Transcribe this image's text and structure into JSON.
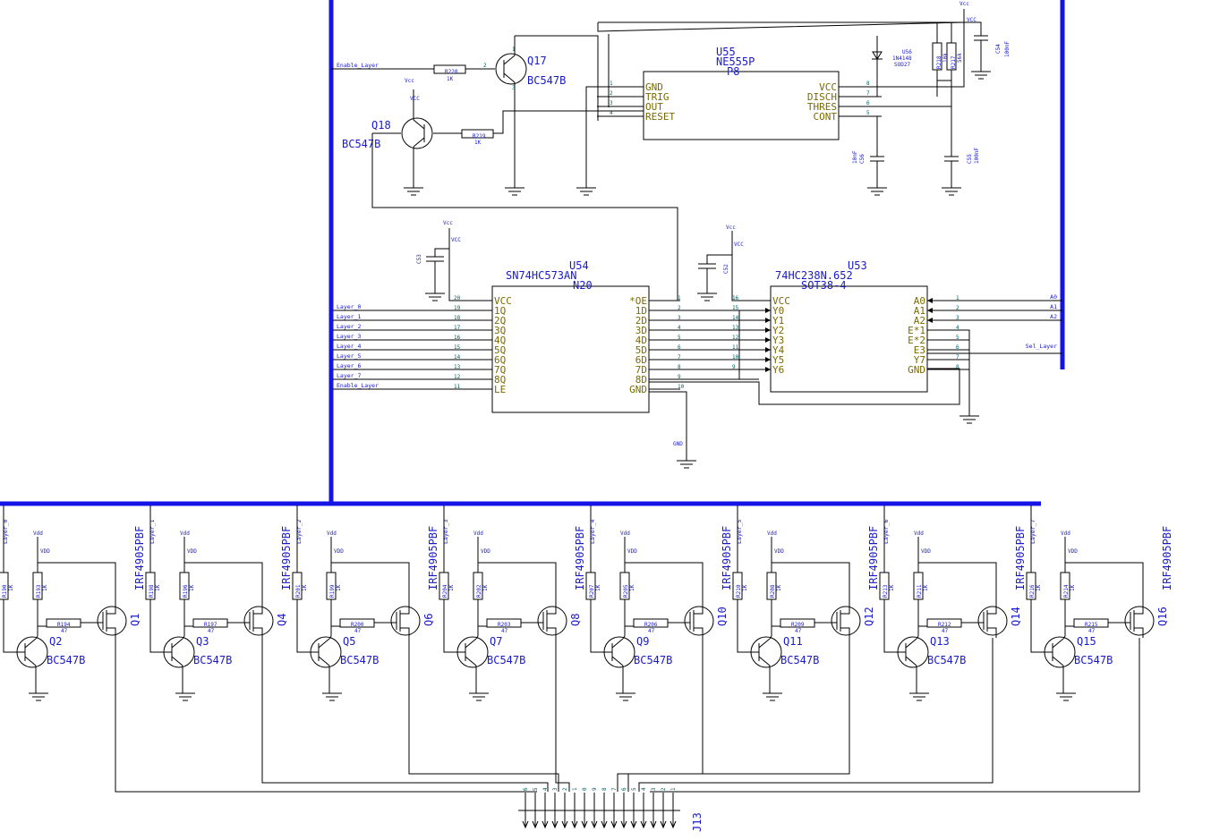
{
  "supply": {
    "vcc": "Vcc",
    "vcc_net": "VCC",
    "vdd": "Vdd",
    "vdd_net": "VDD",
    "gnd": "GND"
  },
  "u55": {
    "ref": "U55",
    "part": "NE555P",
    "pkg": "P8",
    "left_pins": [
      {
        "num": "1",
        "name": "GND"
      },
      {
        "num": "2",
        "name": "TRIG"
      },
      {
        "num": "3",
        "name": "OUT"
      },
      {
        "num": "4",
        "name": "RESET"
      }
    ],
    "right_pins": [
      {
        "num": "8",
        "name": "VCC"
      },
      {
        "num": "7",
        "name": "DISCH"
      },
      {
        "num": "6",
        "name": "THRES"
      },
      {
        "num": "5",
        "name": "CONT"
      }
    ]
  },
  "u54": {
    "ref": "U54",
    "part": "SN74HC573AN",
    "pkg": "N20",
    "left_pins": [
      {
        "num": "20",
        "name": "VCC",
        "net": ""
      },
      {
        "num": "19",
        "name": "1Q",
        "net": "Layer_0"
      },
      {
        "num": "18",
        "name": "2Q",
        "net": "Layer_1"
      },
      {
        "num": "17",
        "name": "3Q",
        "net": "Layer_2"
      },
      {
        "num": "16",
        "name": "4Q",
        "net": "Layer_3"
      },
      {
        "num": "15",
        "name": "5Q",
        "net": "Layer_4"
      },
      {
        "num": "14",
        "name": "6Q",
        "net": "Layer_5"
      },
      {
        "num": "13",
        "name": "7Q",
        "net": "Layer_6"
      },
      {
        "num": "12",
        "name": "8Q",
        "net": "Layer_7"
      },
      {
        "num": "11",
        "name": "LE",
        "net": "Enable_Layer"
      }
    ],
    "right_pins": [
      {
        "num": "1",
        "name": "*OE"
      },
      {
        "num": "2",
        "name": "1D"
      },
      {
        "num": "3",
        "name": "2D"
      },
      {
        "num": "4",
        "name": "3D"
      },
      {
        "num": "5",
        "name": "4D"
      },
      {
        "num": "6",
        "name": "5D"
      },
      {
        "num": "7",
        "name": "6D"
      },
      {
        "num": "8",
        "name": "7D"
      },
      {
        "num": "9",
        "name": "8D"
      },
      {
        "num": "10",
        "name": "GND"
      }
    ]
  },
  "u53": {
    "ref": "U53",
    "part": "74HC238N.652",
    "pkg": "SOT38-4",
    "left_pins": [
      {
        "num": "16",
        "name": "VCC"
      },
      {
        "num": "15",
        "name": "Y0"
      },
      {
        "num": "14",
        "name": "Y1"
      },
      {
        "num": "13",
        "name": "Y2"
      },
      {
        "num": "12",
        "name": "Y3"
      },
      {
        "num": "11",
        "name": "Y4"
      },
      {
        "num": "10",
        "name": "Y5"
      },
      {
        "num": "9",
        "name": "Y6"
      }
    ],
    "right_pins": [
      {
        "num": "1",
        "name": "A0",
        "net": "A0"
      },
      {
        "num": "2",
        "name": "A1",
        "net": "A1"
      },
      {
        "num": "3",
        "name": "A2",
        "net": "A2"
      },
      {
        "num": "4",
        "name": "E*1",
        "net": ""
      },
      {
        "num": "5",
        "name": "E*2",
        "net": ""
      },
      {
        "num": "6",
        "name": "E3",
        "net": "Sel_Layer"
      },
      {
        "num": "7",
        "name": "Y7",
        "net": ""
      },
      {
        "num": "8",
        "name": "GND",
        "net": ""
      }
    ]
  },
  "top": {
    "q17": {
      "ref": "Q17",
      "val": "BC547B"
    },
    "q18": {
      "ref": "Q18",
      "val": "BC547B"
    },
    "r220": {
      "ref": "R220",
      "val": "1K"
    },
    "r219": {
      "ref": "R219",
      "val": "1K"
    },
    "r218": {
      "ref": "R218",
      "val": "10k"
    },
    "r217": {
      "ref": "R217",
      "val": "56k"
    },
    "u56": {
      "ref": "U56",
      "part": "1N4148",
      "pkg": "SOD27"
    },
    "c54": {
      "ref": "C54",
      "val": "100nF"
    },
    "c55": {
      "ref": "C55",
      "val": "100nF"
    },
    "c56": {
      "ref": "C56",
      "val": "10nF"
    },
    "c53": {
      "ref": "C53"
    },
    "c52": {
      "ref": "C52"
    },
    "enable_layer": "Enable_Layer"
  },
  "drivers": [
    {
      "net": "Layer_0",
      "rb": "R190",
      "rb_val": "1K",
      "rp": "R193",
      "rp_val": "1K",
      "rg": "R194",
      "rg_val": "47",
      "q": "Q2",
      "q_val": "BC547B",
      "m": "Q1",
      "m_val": "IRF4905PBF"
    },
    {
      "net": "Layer_1",
      "rb": "R198",
      "rb_val": "1K",
      "rp": "R196",
      "rp_val": "1K",
      "rg": "R197",
      "rg_val": "47",
      "q": "Q3",
      "q_val": "BC547B",
      "m": "Q4",
      "m_val": "IRF4905PBF"
    },
    {
      "net": "Layer_2",
      "rb": "R201",
      "rb_val": "1K",
      "rp": "R199",
      "rp_val": "1K",
      "rg": "R200",
      "rg_val": "47",
      "q": "Q5",
      "q_val": "BC547B",
      "m": "Q6",
      "m_val": "IRF4905PBF"
    },
    {
      "net": "Layer_3",
      "rb": "R204",
      "rb_val": "1K",
      "rp": "R202",
      "rp_val": "1K",
      "rg": "R203",
      "rg_val": "47",
      "q": "Q7",
      "q_val": "BC547B",
      "m": "Q8",
      "m_val": "IRF4905PBF"
    },
    {
      "net": "Layer_4",
      "rb": "R207",
      "rb_val": "1K",
      "rp": "R205",
      "rp_val": "1K",
      "rg": "R206",
      "rg_val": "47",
      "q": "Q9",
      "q_val": "BC547B",
      "m": "Q10",
      "m_val": "IRF4905PBF"
    },
    {
      "net": "Layer_5",
      "rb": "R210",
      "rb_val": "1K",
      "rp": "R208",
      "rp_val": "1K",
      "rg": "R209",
      "rg_val": "47",
      "q": "Q11",
      "q_val": "BC547B",
      "m": "Q12",
      "m_val": "IRF4905PBF"
    },
    {
      "net": "Layer_6",
      "rb": "R213",
      "rb_val": "1K",
      "rp": "R211",
      "rp_val": "1K",
      "rg": "R212",
      "rg_val": "47",
      "q": "Q13",
      "q_val": "BC547B",
      "m": "Q14",
      "m_val": "IRF4905PBF"
    },
    {
      "net": "Layer_7",
      "rb": "R216",
      "rb_val": "1K",
      "rp": "R214",
      "rp_val": "1K",
      "rg": "R215",
      "rg_val": "47",
      "q": "Q15",
      "q_val": "BC547B",
      "m": "Q16",
      "m_val": "IRF4905PBF"
    }
  ],
  "j13": {
    "ref": "J13",
    "pins": [
      "6",
      "5",
      "4",
      "3",
      "2",
      "1",
      "0",
      "9",
      "8",
      "7",
      "6",
      "5",
      "4",
      "3",
      "2",
      "1"
    ]
  }
}
